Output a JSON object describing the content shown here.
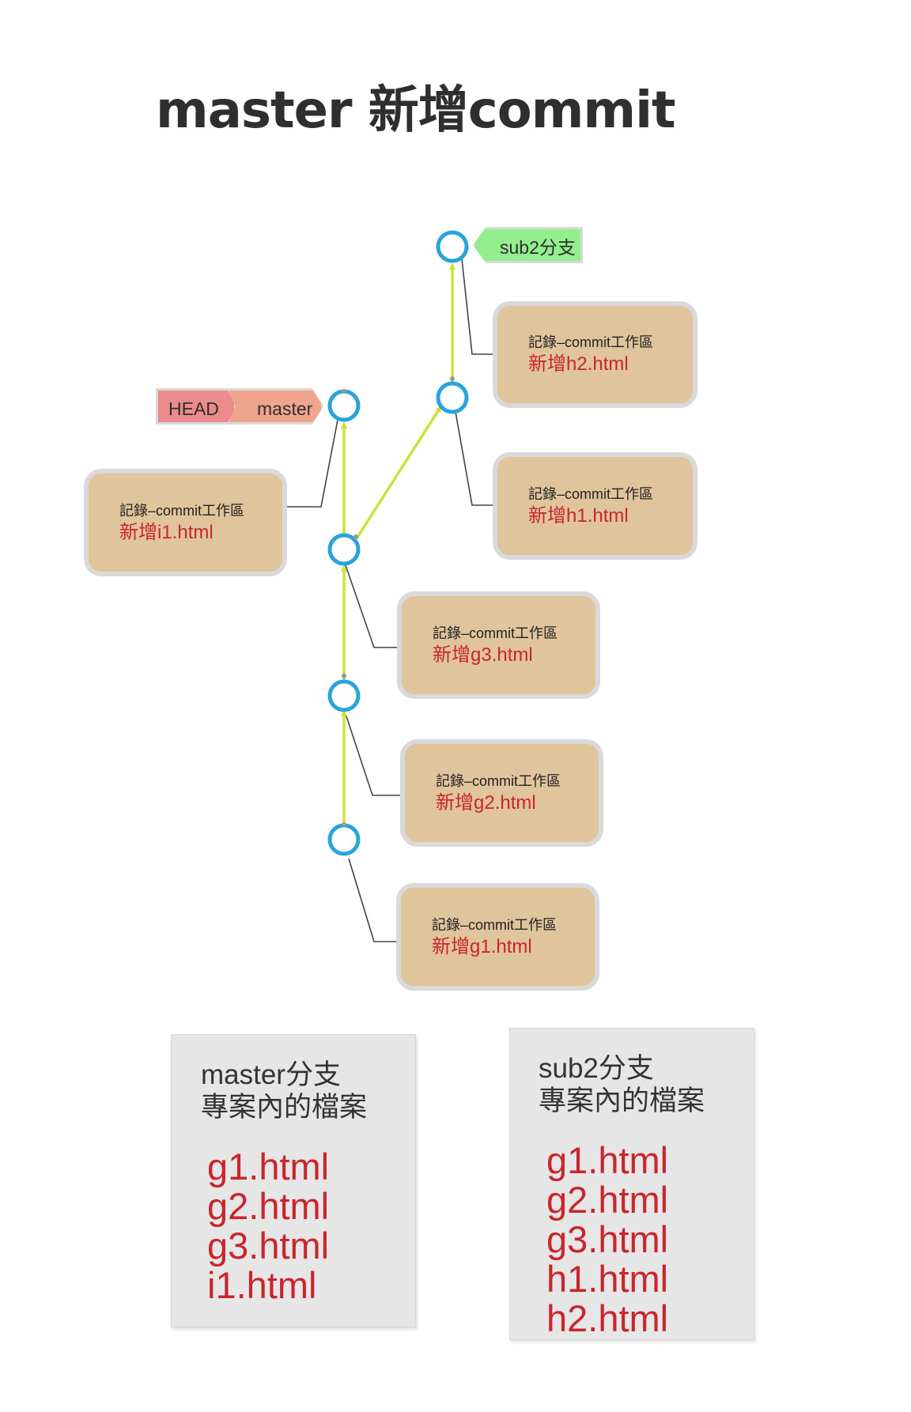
{
  "title": "master 新增commit",
  "tags": {
    "head": "HEAD",
    "master": "master",
    "sub2": "sub2分支"
  },
  "commits": [
    {
      "id": "h2",
      "line1": "記錄–commit工作區",
      "line2": "新增h2.html"
    },
    {
      "id": "h1",
      "line1": "記錄–commit工作區",
      "line2": "新增h1.html"
    },
    {
      "id": "i1",
      "line1": "記錄–commit工作區",
      "line2": "新增i1.html"
    },
    {
      "id": "g3",
      "line1": "記錄–commit工作區",
      "line2": "新增g3.html"
    },
    {
      "id": "g2",
      "line1": "記錄–commit工作區",
      "line2": "新增g2.html"
    },
    {
      "id": "g1",
      "line1": "記錄–commit工作區",
      "line2": "新增g1.html"
    }
  ],
  "panels": {
    "master": {
      "title": [
        "master分支",
        "專案內的檔案"
      ],
      "files": [
        "g1.html",
        "g2.html",
        "g3.html",
        "i1.html"
      ]
    },
    "sub2": {
      "title": [
        "sub2分支",
        "專案內的檔案"
      ],
      "files": [
        "g1.html",
        "g2.html",
        "g3.html",
        "h1.html",
        "h2.html"
      ]
    }
  },
  "colors": {
    "node": "#29a3dd",
    "edge": "#cde13a",
    "box_fill": "#dfc49c",
    "file_text": "#c9252c",
    "head_tag": "#ec8b8c",
    "master_tag": "#f1a48d",
    "sub2_tag": "#93ee8e"
  }
}
